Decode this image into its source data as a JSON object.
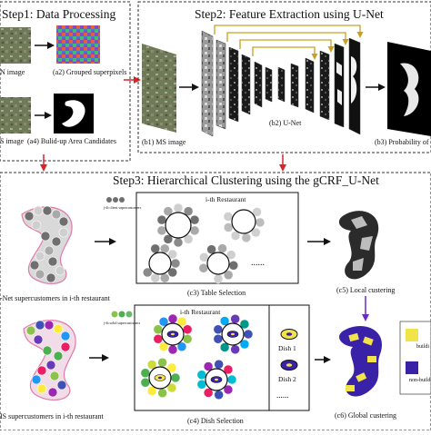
{
  "colors": {
    "red_arrow": "#d6252b",
    "purple_arrow": "#6a2bc4",
    "gold_arrow": "#c9a020",
    "building_yellow": "#f0e44a",
    "nonbuilding_blue": "#3a22a8"
  },
  "step1": {
    "title": "Step1: Data Processing",
    "pan_label": "N image",
    "grouped_label": "(a2) Grouped superpixels",
    "ms_label": "S image",
    "candidates_label": "(a4) Bulid-up Area Candidates"
  },
  "step2": {
    "title": "Step2: Feature Extraction using U-Net",
    "ms_label": "(b1) MS image",
    "unet_label": "(b2) U-Net",
    "prob_label": "(b3) Probability of b"
  },
  "step3": {
    "title": "Step3: Hierarchical Clustering using the gCRF_U-Net",
    "restaurant_label": "i-th Restaurant",
    "supercustomers_note": "j-th client supercustomers",
    "table_label": "(c3) Table Selection",
    "ellipsis": "......",
    "local_label": "(c5) Local custering",
    "unet_supercustomers_label": "-Net supercustomers in i-th restaurant",
    "restaurant_label_2": "i-th Restaurant",
    "supercustomers_note_2": "j-th solid supercustomers",
    "dish1_label": "Dish 1",
    "dish2_label": "Dish 2",
    "dish_ellipsis": "......",
    "dish_label": "(c4) Dish Selection",
    "global_label": "(c6) Global custering",
    "ms_supercustomers_label": "IS supercustomers in i-th restaurant",
    "legend_building": "buildi",
    "legend_nonbuilding": "non-buildi"
  }
}
